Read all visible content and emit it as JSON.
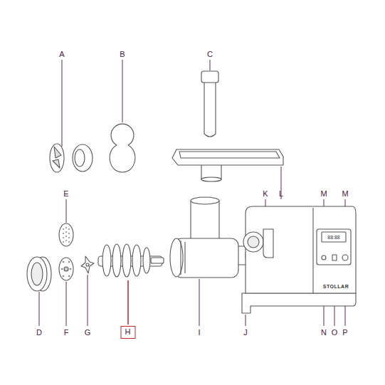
{
  "diagram": {
    "nodes": [
      {
        "text": [
          "H"
        ]
      }
    ],
    "labels": [
      "A",
      "B",
      "C",
      "E",
      "K",
      "L",
      "M",
      "M",
      "D",
      "F",
      "G",
      "I",
      "J",
      "N",
      "O",
      "P",
      "88:88",
      "STOLLAR"
    ]
  }
}
